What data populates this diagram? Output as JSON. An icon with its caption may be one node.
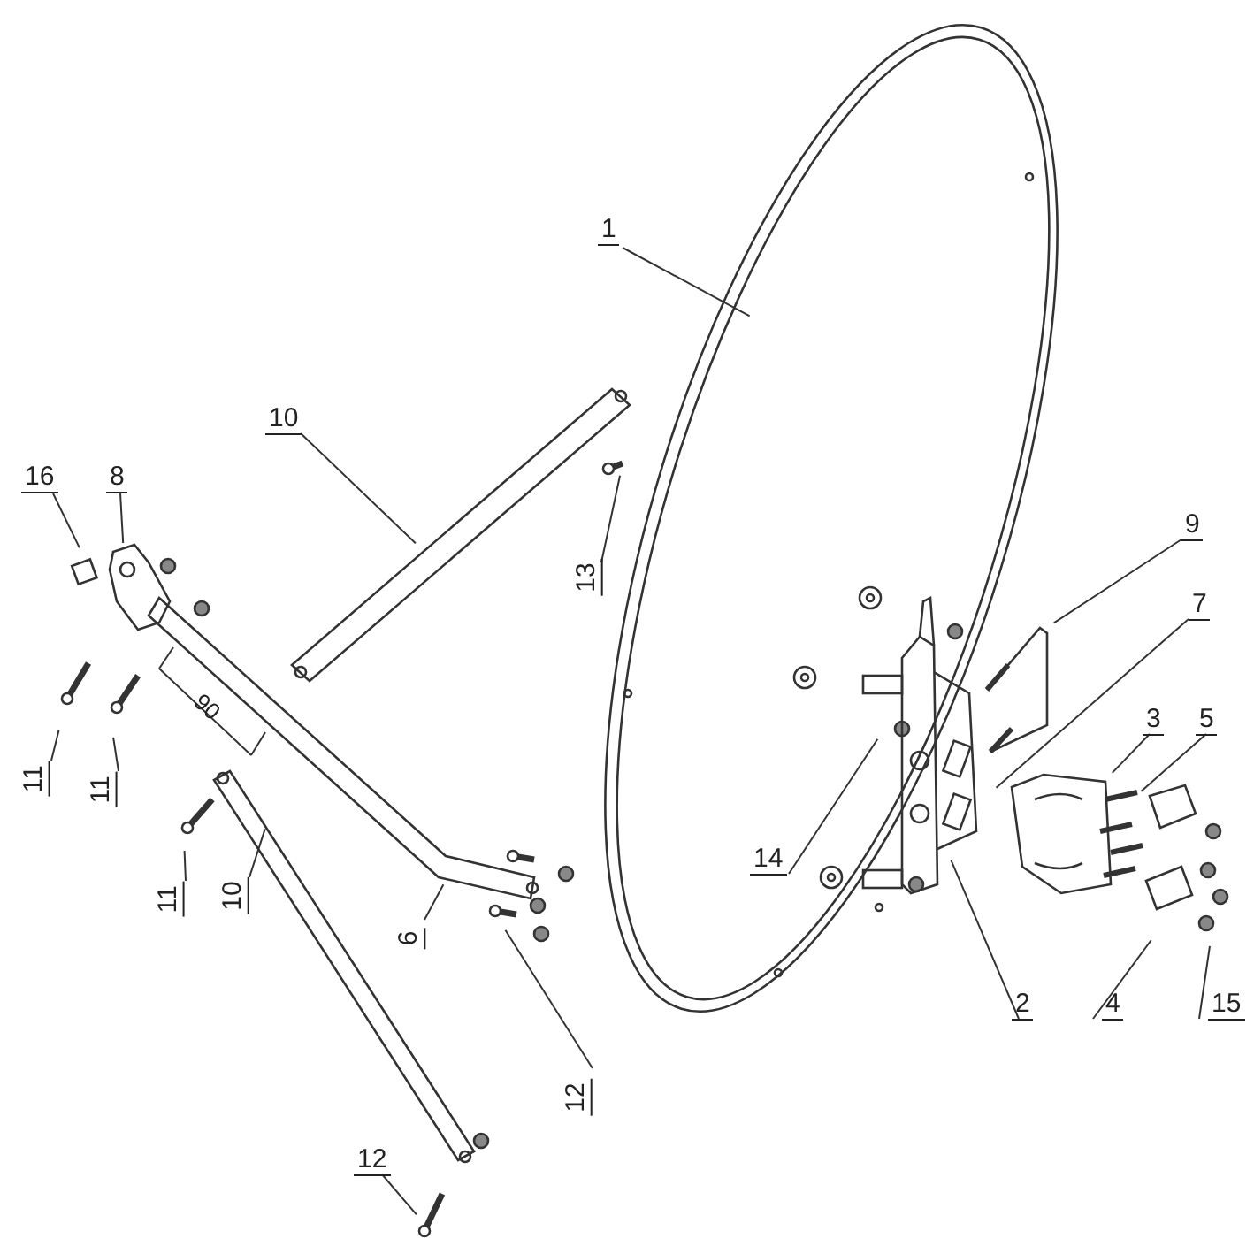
{
  "diagram": {
    "nodes": [
      {
        "text": [
          "1"
        ]
      },
      {
        "text": [
          "10"
        ]
      },
      {
        "text": [
          "16"
        ]
      },
      {
        "text": [
          "8"
        ]
      },
      {
        "text": [
          "9"
        ]
      },
      {
        "text": [
          "13"
        ]
      },
      {
        "text": [
          "7"
        ]
      },
      {
        "text": [
          "3"
        ]
      },
      {
        "text": [
          "5"
        ]
      },
      {
        "text": [
          "11"
        ]
      },
      {
        "text": [
          "11"
        ]
      },
      {
        "text": [
          "14"
        ]
      },
      {
        "text": [
          "11"
        ]
      },
      {
        "text": [
          "10"
        ]
      },
      {
        "text": [
          "6"
        ]
      },
      {
        "text": [
          "2"
        ]
      },
      {
        "text": [
          "4"
        ]
      },
      {
        "text": [
          "15"
        ]
      },
      {
        "text": [
          "12"
        ]
      },
      {
        "text": [
          "12"
        ]
      }
    ],
    "edges": [
      {
        "from": 0,
        "to": null,
        "arrow": "none"
      },
      {
        "from": 1,
        "to": null,
        "arrow": "none"
      },
      {
        "from": 2,
        "to": null,
        "arrow": "none"
      },
      {
        "from": 3,
        "to": null,
        "arrow": "none"
      },
      {
        "from": 4,
        "to": null,
        "arrow": "none"
      },
      {
        "from": 5,
        "to": null,
        "arrow": "none"
      },
      {
        "from": 6,
        "to": null,
        "arrow": "none"
      },
      {
        "from": 7,
        "to": null,
        "arrow": "none"
      },
      {
        "from": 8,
        "to": null,
        "arrow": "none"
      },
      {
        "from": 9,
        "to": null,
        "arrow": "none"
      },
      {
        "from": 10,
        "to": null,
        "arrow": "none"
      },
      {
        "from": 11,
        "to": null,
        "arrow": "none"
      },
      {
        "from": 12,
        "to": null,
        "arrow": "none"
      },
      {
        "from": 13,
        "to": null,
        "arrow": "none"
      },
      {
        "from": 14,
        "to": null,
        "arrow": "none"
      },
      {
        "from": 15,
        "to": null,
        "arrow": "none"
      },
      {
        "from": 16,
        "to": null,
        "arrow": "none"
      },
      {
        "from": 17,
        "to": null,
        "arrow": "none"
      },
      {
        "from": 18,
        "to": null,
        "arrow": "none"
      },
      {
        "from": 19,
        "to": null,
        "arrow": "none"
      }
    ],
    "labels": [
      "90"
    ]
  }
}
